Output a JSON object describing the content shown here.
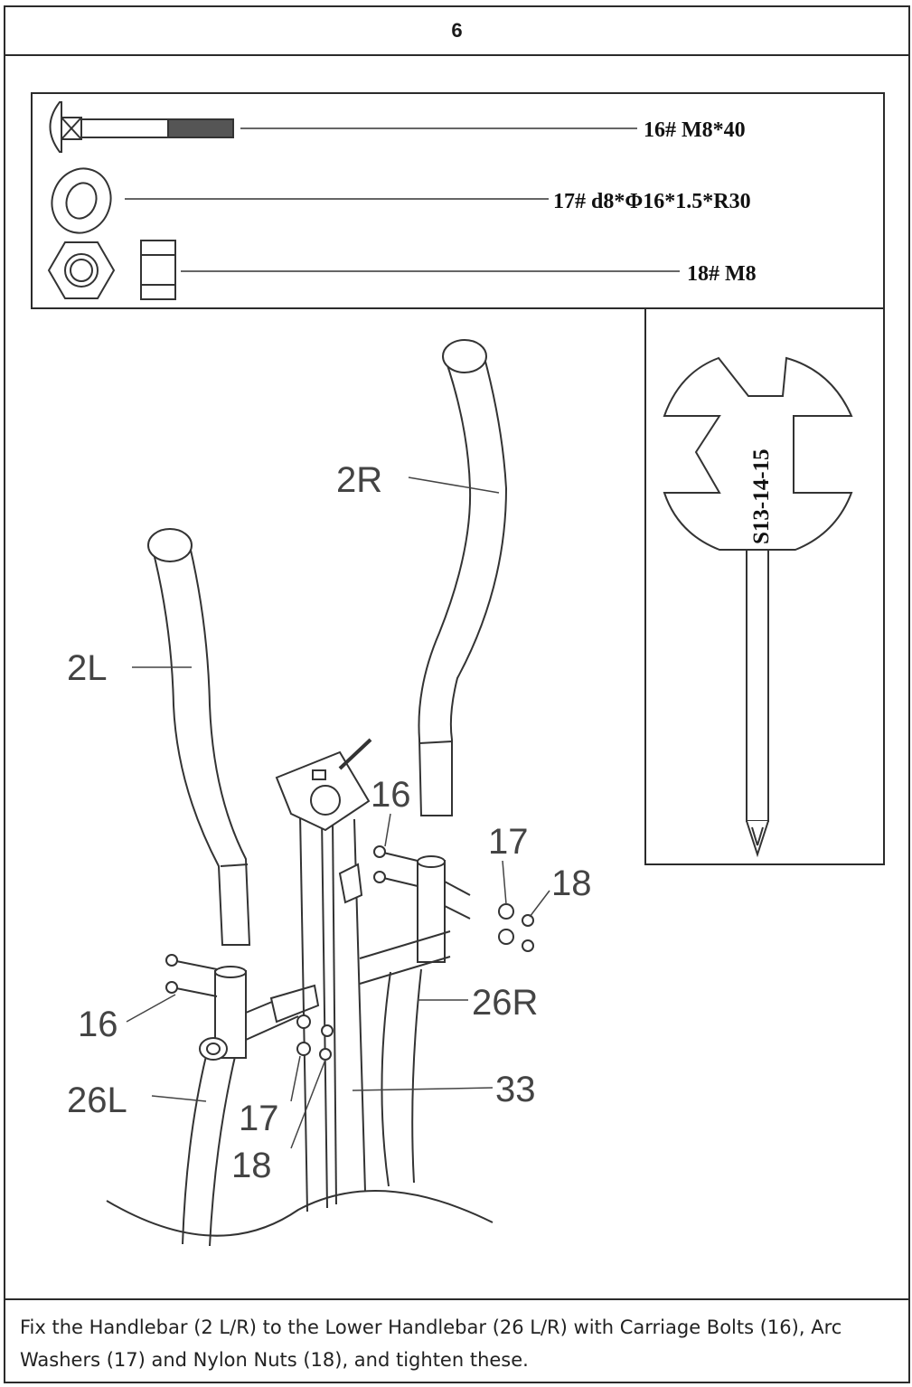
{
  "step": {
    "number": "6"
  },
  "hardware": [
    {
      "id": "16",
      "label": "16#  M8*40",
      "name": "carriage-bolt"
    },
    {
      "id": "17",
      "label": "17# d8*Φ16*1.5*R30",
      "name": "arc-washer"
    },
    {
      "id": "18",
      "label": "18#  M8",
      "name": "nylon-nut"
    }
  ],
  "wrench": {
    "label": "S13-14-15"
  },
  "callouts": {
    "handlebar_right": "2R",
    "handlebar_left": "2L",
    "bolt_right": "16",
    "washer_right": "17",
    "nut_right": "18",
    "bolt_left": "16",
    "lower_right": "26R",
    "lower_left": "26L",
    "washer_left": "17",
    "nut_left": "18",
    "mast": "33"
  },
  "caption": "Fix the Handlebar (2 L/R) to the Lower Handlebar (26 L/R) with Carriage Bolts (16), Arc Washers (17) and Nylon Nuts (18), and tighten these."
}
